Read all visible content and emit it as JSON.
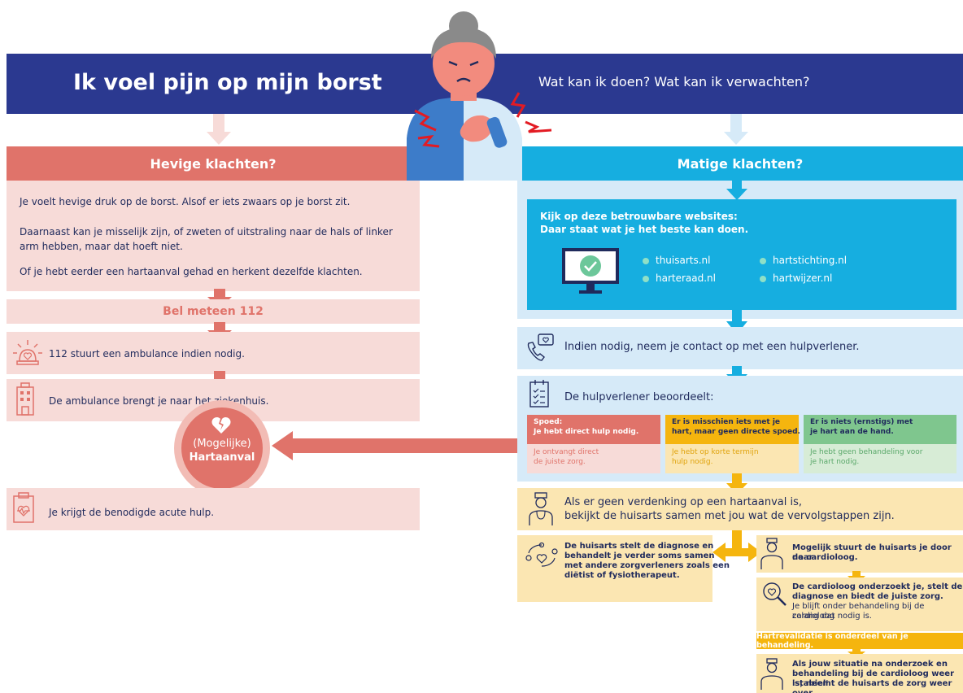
{
  "header": {
    "title": "Ik voel pijn op mijn borst",
    "subtitle": "Wat kan ik doen? Wat kan ik verwachten?"
  },
  "left": {
    "heading": "Hevige klachten?",
    "intro": [
      "Je voelt hevige druk op de borst. Alsof er iets zwaars op je borst zit.",
      "Daarnaast kan je misselijk zijn, of zweten of uitstraling naar de hals of linker arm hebben, maar dat hoeft niet.",
      "Of je hebt eerder een hartaanval gehad en herkent dezelfde klachten."
    ],
    "call": "Bel meteen 112",
    "ambulance": "112 stuurt een ambulance indien nodig.",
    "hospital": "De ambulance brengt je naar het ziekenhuis.",
    "circle": {
      "line1": "(Mogelijke)",
      "line2": "Hartaanval"
    },
    "care": "Je krijgt de benodigde acute hulp."
  },
  "right": {
    "heading": "Matige klachten?",
    "websites": {
      "line1": "Kijk op deze betrouwbare websites:",
      "line2": "Daar staat wat je het beste kan doen.",
      "sites": [
        "thuisarts.nl",
        "harteraad.nl",
        "hartstichting.nl",
        "hartwijzer.nl"
      ]
    },
    "contact": "Indien nodig, neem je contact op met een hulpverlener.",
    "assess": {
      "title": "De hulpverlener beoordeelt:",
      "options": [
        {
          "head1": "Spoed:",
          "head2": "Je hebt direct hulp nodig.",
          "body1": "Je ontvangt direct",
          "body2": "de juiste zorg."
        },
        {
          "head1": "Er is misschien iets met je",
          "head2": "hart, maar geen directe spoed.",
          "body1": "Je hebt op korte termijn",
          "body2": "hulp nodig."
        },
        {
          "head1": "Er is niets (ernstigs) met",
          "head2": "je hart aan de hand.",
          "body1": "Je hebt geen behandeling voor",
          "body2": "je hart nodig."
        }
      ]
    },
    "gp": {
      "line1": "Als er geen verdenking op een hartaanval is,",
      "line2": "bekijkt de huisarts samen met jou wat de vervolgstappen zijn."
    },
    "gp_treat": [
      "De huisarts stelt de diagnose en",
      "behandelt je verder soms samen",
      "met andere zorgverleners zoals een",
      "diëtist of fysiotherapeut."
    ],
    "referral": [
      "Mogelijk stuurt de huisarts je door naar",
      "de cardioloog."
    ],
    "cardio": {
      "bold": [
        "De cardioloog onderzoekt je, stelt de",
        "diagnose en biedt de juiste zorg."
      ],
      "normal": [
        "Je blijft onder behandeling bij de cardioloog",
        "zolang dat nodig is."
      ]
    },
    "rehab": "Hartrevalidatie is onderdeel van je behandeling.",
    "stable": [
      "Als jouw situatie na onderzoek en",
      "behandeling bij de cardioloog weer 'stabiel'",
      "is, neemt de huisarts de zorg weer over."
    ]
  },
  "colors": {
    "navy": "#2b3990",
    "coral": "#e0736a",
    "pink": "#f7dbd8",
    "cyan": "#16aee0",
    "lightblue": "#d6eaf8",
    "yellow": "#f5b50e",
    "lightyellow": "#fbe6b2",
    "green": "#7fc68e"
  }
}
